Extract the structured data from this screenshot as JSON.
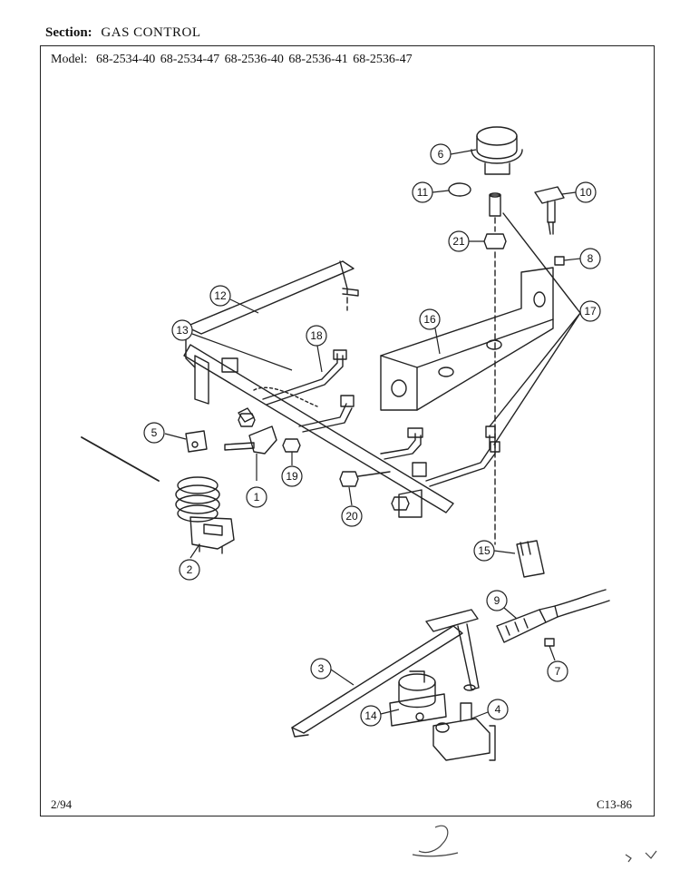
{
  "header": {
    "section_label": "Section:",
    "section_value": "GAS CONTROL",
    "model_label": "Model:",
    "models": "68-2534-40  68-2534-47  68-2536-40  68-2536-41  68-2536-47"
  },
  "callouts": [
    "1",
    "2",
    "3",
    "4",
    "5",
    "6",
    "7",
    "8",
    "9",
    "10",
    "11",
    "12",
    "13",
    "14",
    "15",
    "16",
    "17",
    "18",
    "19",
    "20",
    "21"
  ],
  "footer": {
    "date": "2/94",
    "code": "C13-86"
  }
}
